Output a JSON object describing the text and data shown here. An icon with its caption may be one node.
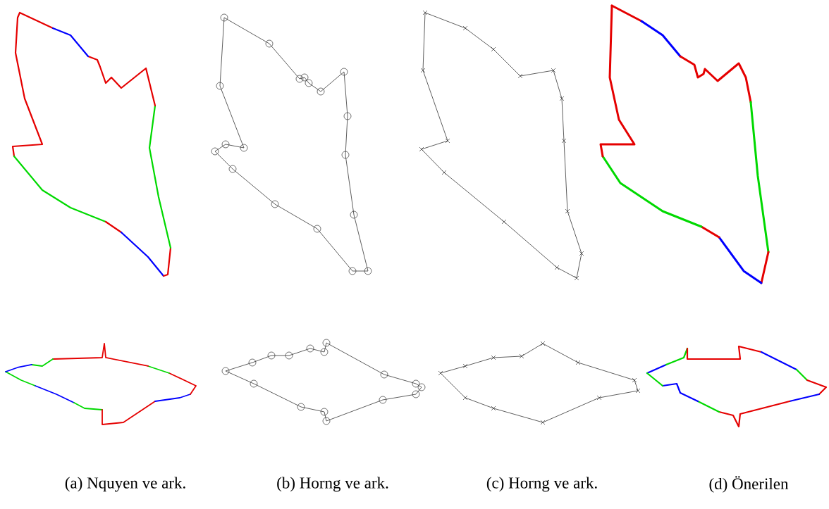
{
  "diagram": {
    "labels": [
      "(a) Nquyen ve ark.",
      "(b) Horng ve ark.",
      "(c) Horng ve ark.",
      "(d) Önerilen"
    ]
  }
}
